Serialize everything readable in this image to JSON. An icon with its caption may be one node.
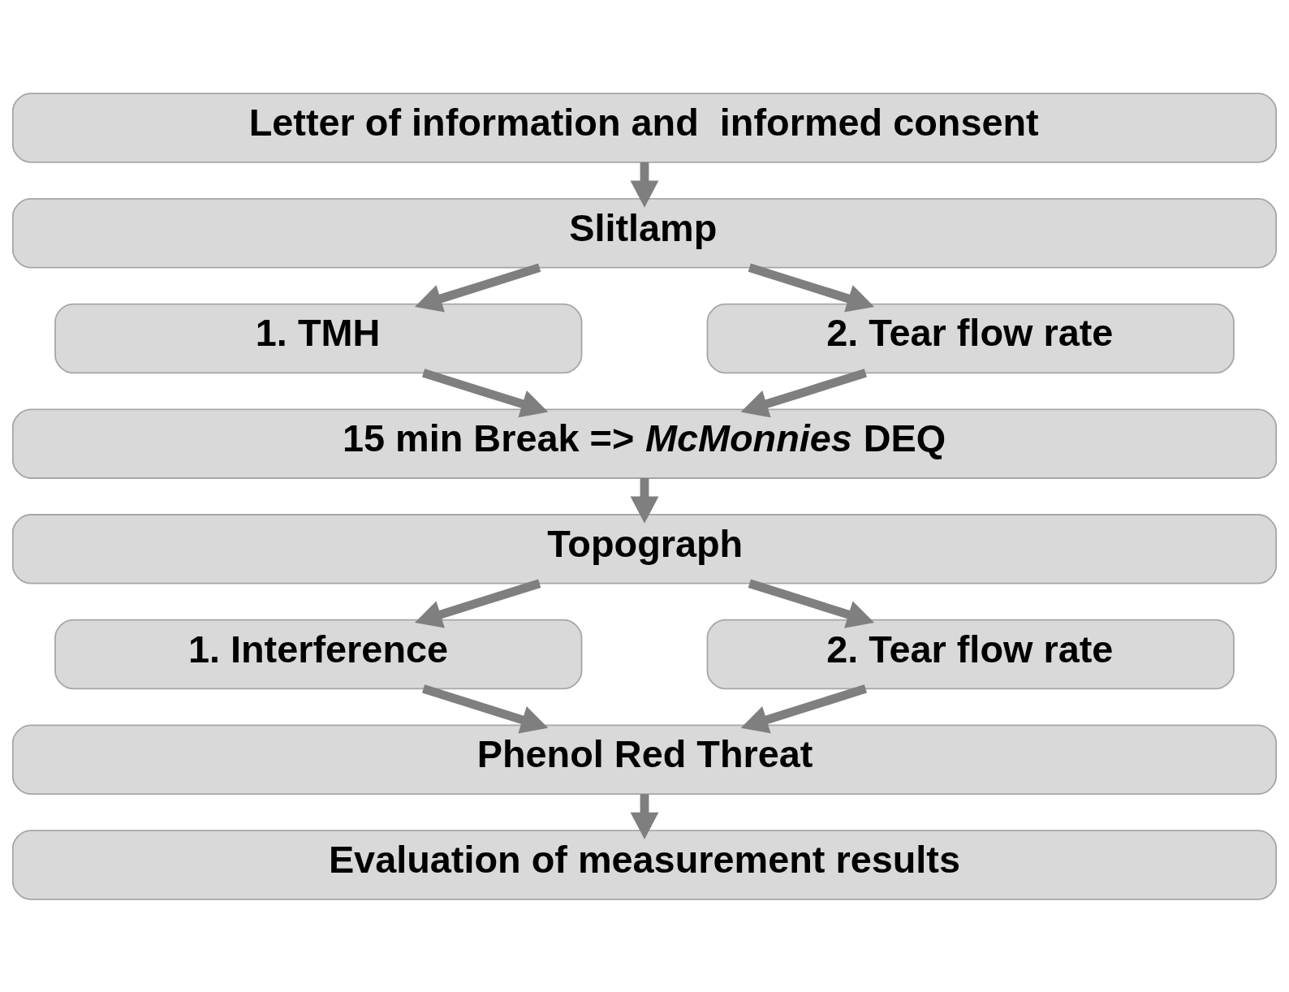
{
  "diagram": {
    "nodes": [
      {
        "text": [
          "Letter of information and  informed consent"
        ]
      },
      {
        "text": [
          "Slitlamp"
        ]
      },
      {
        "text": [
          "1. TMH"
        ]
      },
      {
        "text": [
          "2. Tear flow rate"
        ]
      },
      {
        "text": [
          "15 min Break => *McMonnies* DEQ"
        ]
      },
      {
        "text": [
          "Topograph"
        ]
      },
      {
        "text": [
          "1. Interference"
        ]
      },
      {
        "text": [
          "2. Tear flow rate"
        ]
      },
      {
        "text": [
          "Phenol Red Threat"
        ]
      },
      {
        "text": [
          "Evaluation of measurement results"
        ]
      }
    ],
    "edges": [
      {
        "from": 0,
        "to": 1,
        "arrow": "to"
      },
      {
        "from": 1,
        "to": 2,
        "arrow": "to"
      },
      {
        "from": 1,
        "to": 3,
        "arrow": "to"
      },
      {
        "from": 2,
        "to": 4,
        "arrow": "to"
      },
      {
        "from": 3,
        "to": 4,
        "arrow": "to"
      },
      {
        "from": 4,
        "to": 5,
        "arrow": "to"
      },
      {
        "from": 5,
        "to": 6,
        "arrow": "to"
      },
      {
        "from": 5,
        "to": 7,
        "arrow": "to"
      },
      {
        "from": 6,
        "to": 8,
        "arrow": "to"
      },
      {
        "from": 7,
        "to": 8,
        "arrow": "to"
      },
      {
        "from": 8,
        "to": 9,
        "arrow": "to"
      }
    ]
  }
}
